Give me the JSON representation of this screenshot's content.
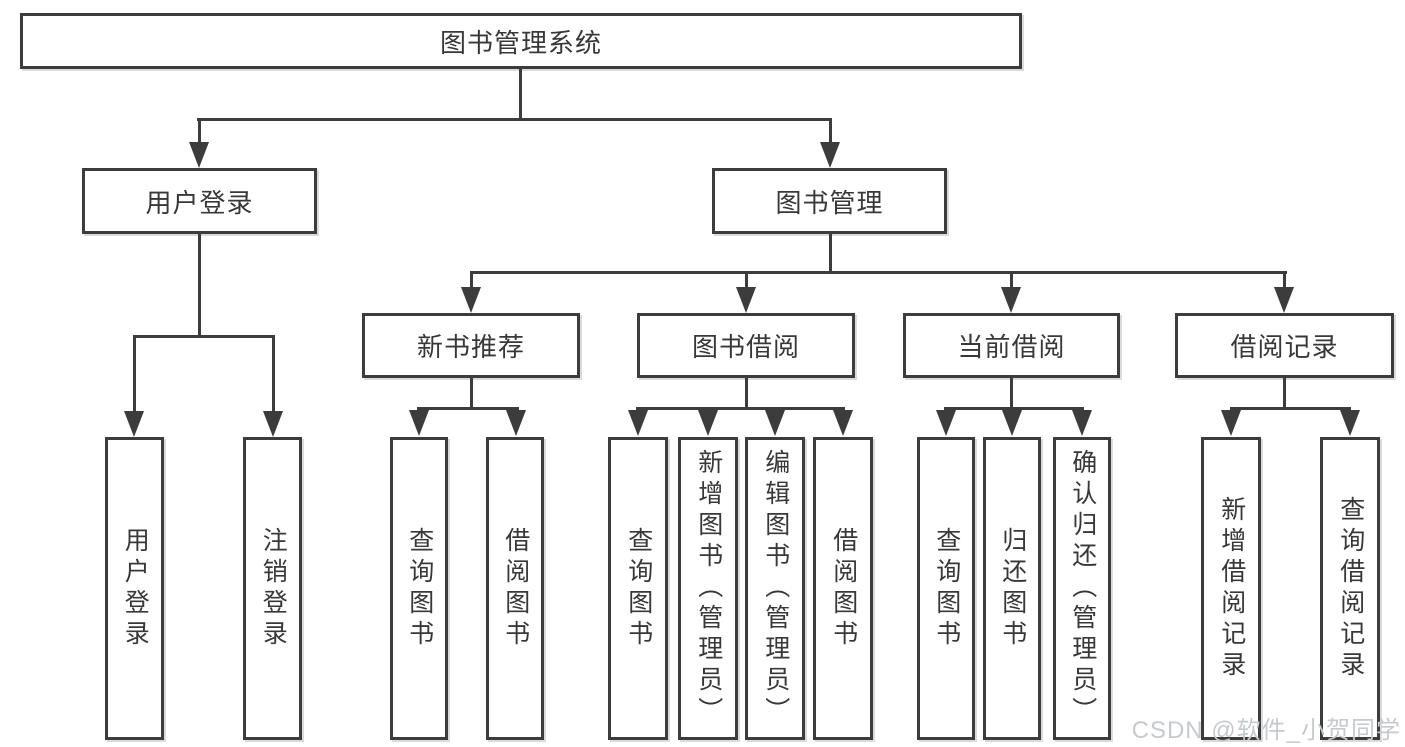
{
  "diagram_title": "图书管理系统",
  "watermark": "CSDN @软件_小贺同学",
  "colors": {
    "line": "#3c3c3c",
    "text": "#383838",
    "background": "#ffffff",
    "watermark": "#c6cacd"
  },
  "tree": {
    "root": "图书管理系统",
    "children": [
      {
        "label": "用户登录",
        "children": [
          {
            "label": "用户登录"
          },
          {
            "label": "注销登录"
          }
        ]
      },
      {
        "label": "图书管理",
        "children": [
          {
            "label": "新书推荐",
            "children": [
              {
                "label": "查询图书"
              },
              {
                "label": "借阅图书"
              }
            ]
          },
          {
            "label": "图书借阅",
            "children": [
              {
                "label": "查询图书"
              },
              {
                "label": "新增图书（管理员）"
              },
              {
                "label": "编辑图书（管理员）"
              },
              {
                "label": "借阅图书"
              }
            ]
          },
          {
            "label": "当前借阅",
            "children": [
              {
                "label": "查询图书"
              },
              {
                "label": "归还图书"
              },
              {
                "label": "确认归还（管理员）"
              }
            ]
          },
          {
            "label": "借阅记录",
            "children": [
              {
                "label": "新增借阅记录"
              },
              {
                "label": "查询借阅记录"
              }
            ]
          }
        ]
      }
    ]
  }
}
